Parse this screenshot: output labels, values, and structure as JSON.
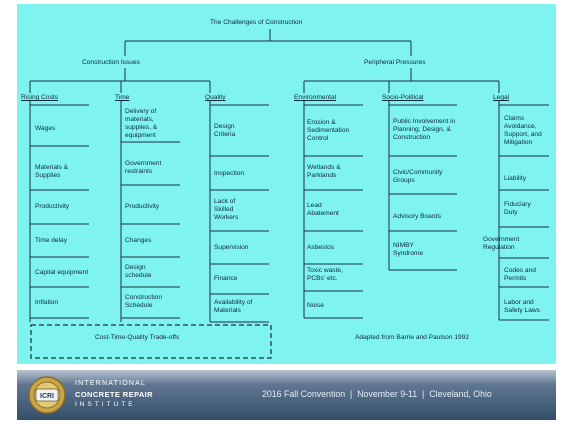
{
  "diagram": {
    "title": "The Challenges of Construction",
    "branches": {
      "construction": "Construction Issues",
      "peripheral": "Peripheral Pressures"
    },
    "categories": {
      "rising": "Rising Costs",
      "time": "Time",
      "quality": "Quality",
      "environmental": "Environmental",
      "socio": "Socio-Political",
      "legal": "Legal"
    },
    "rising_costs": [
      "Wages",
      "Materials & Supplies",
      "Productivity",
      "Time delay",
      "Capital equipment",
      "Inflation"
    ],
    "time_items": [
      "Delivery of materials, supplies, & equipment",
      "Government restraints",
      "Productivity",
      "Changes",
      "Design schedule",
      "Construction Schedule"
    ],
    "quality_items": [
      "Design Criteria",
      "Inspection",
      "Lack of Skilled Workers",
      "Supervision",
      "Finance",
      "Availability of Materials"
    ],
    "environmental_items": [
      "Erosion & Sedimentation Control",
      "Wetlands & Parklands",
      "Lead Abatement",
      "Asbestos",
      "Toxic waste, PCBs' etc.",
      "Noise"
    ],
    "socio_items": [
      "Public Involvement in Planning, Design, & Construction",
      "Civic/Community Groups",
      "Advisory Boards",
      "NIMBY Syndrome"
    ],
    "legal_items": [
      "Claims Avoidance, Support, and Mitigation",
      "Liability",
      "Fiduciary Duty",
      "Government Regulation",
      "Codes and Permits",
      "Labor and Safety Laws"
    ],
    "tradeoffs": "Cost-Time-Quality Trade-offs",
    "source": "Adapted from Barrie and Paulson 1992"
  },
  "footer": {
    "org_line1": "INTERNATIONAL",
    "org_line2": "CONCRETE REPAIR",
    "org_line3": "INSTITUTE",
    "logo_text": "ICRI",
    "event": "2016 Fall Convention  |  November 9-11  |  Cleveland, Ohio"
  },
  "colors": {
    "background": "#7ef3f0",
    "lines": "#1d2f3b",
    "footer": "#3d5671"
  }
}
